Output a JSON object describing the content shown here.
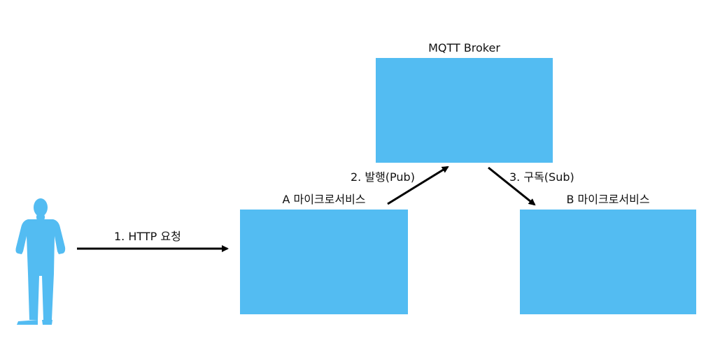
{
  "colors": {
    "box": "#53bcf2",
    "person": "#53bcf2",
    "arrow": "#000000",
    "text": "#111111"
  },
  "person": {
    "icon": "person-silhouette-icon"
  },
  "broker": {
    "label": "MQTT Broker"
  },
  "service_a": {
    "label": "A 마이크로서비스"
  },
  "service_b": {
    "label": "B 마이크로서비스"
  },
  "steps": {
    "http_request": "1.  HTTP 요청",
    "publish": "2.  발행(Pub)",
    "subscribe": "3.  구독(Sub)"
  }
}
